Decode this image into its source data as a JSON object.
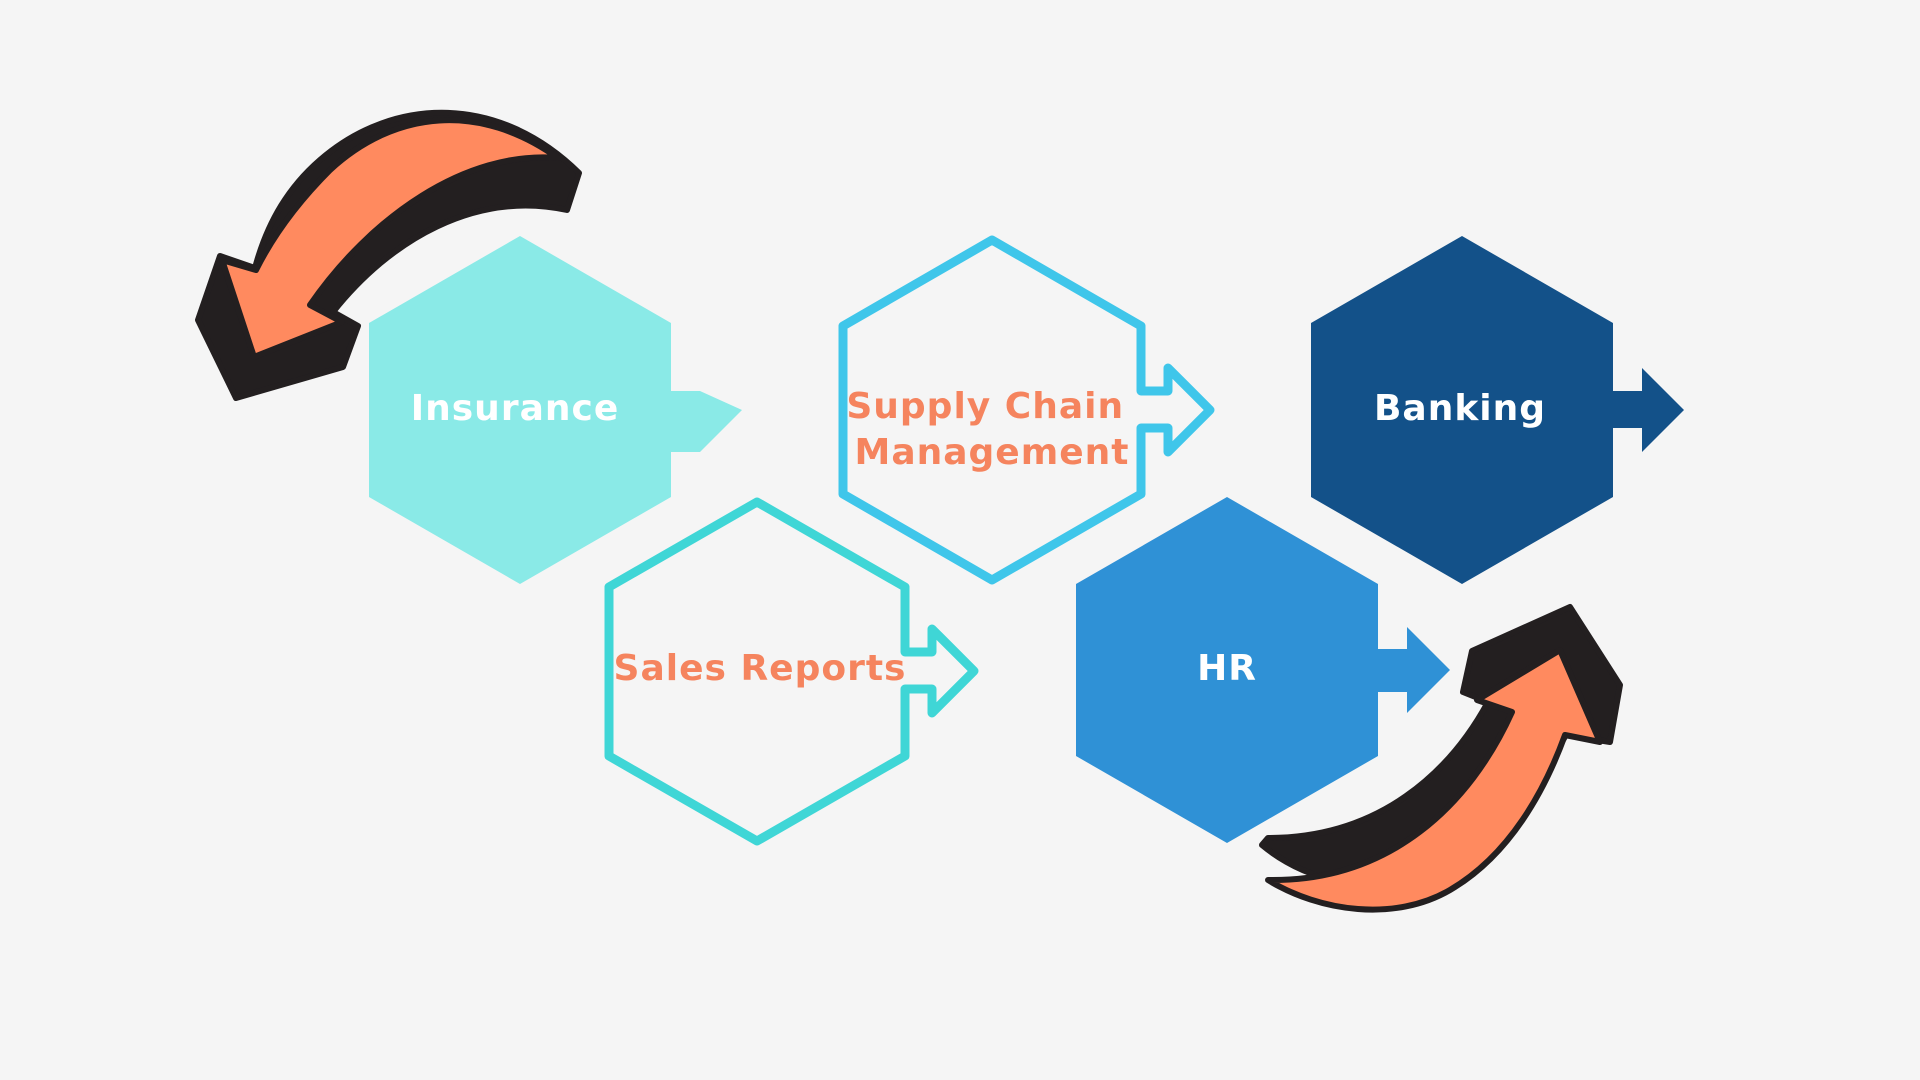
{
  "diagram": {
    "nodes": [
      {
        "id": "insurance",
        "label_lines": [
          "Insurance"
        ],
        "fill": "#8aeae7",
        "stroke": "",
        "text_color": "#ffffff",
        "style": "filled"
      },
      {
        "id": "supply-chain",
        "label_lines": [
          "Supply Chain",
          "Management"
        ],
        "fill": "none",
        "stroke": "#3fc6ea",
        "text_color": "#f5845e",
        "style": "outline"
      },
      {
        "id": "banking",
        "label_lines": [
          "Banking"
        ],
        "fill": "#135189",
        "stroke": "",
        "text_color": "#ffffff",
        "style": "filled"
      },
      {
        "id": "sales-reports",
        "label_lines": [
          "Sales Reports"
        ],
        "fill": "none",
        "stroke": "#3fd6d6",
        "text_color": "#f5845e",
        "style": "outline"
      },
      {
        "id": "hr",
        "label_lines": [
          "HR"
        ],
        "fill": "#2f91d6",
        "stroke": "",
        "text_color": "#ffffff",
        "style": "filled"
      }
    ],
    "curved_arrows": [
      {
        "id": "top-left",
        "fill": "#ff8a5f",
        "shadow": "#231f20",
        "icon": "curved-arrow-left"
      },
      {
        "id": "bottom-right",
        "fill": "#ff8a5f",
        "shadow": "#231f20",
        "icon": "curved-arrow-up-right"
      }
    ],
    "background": "#f5f5f5"
  }
}
